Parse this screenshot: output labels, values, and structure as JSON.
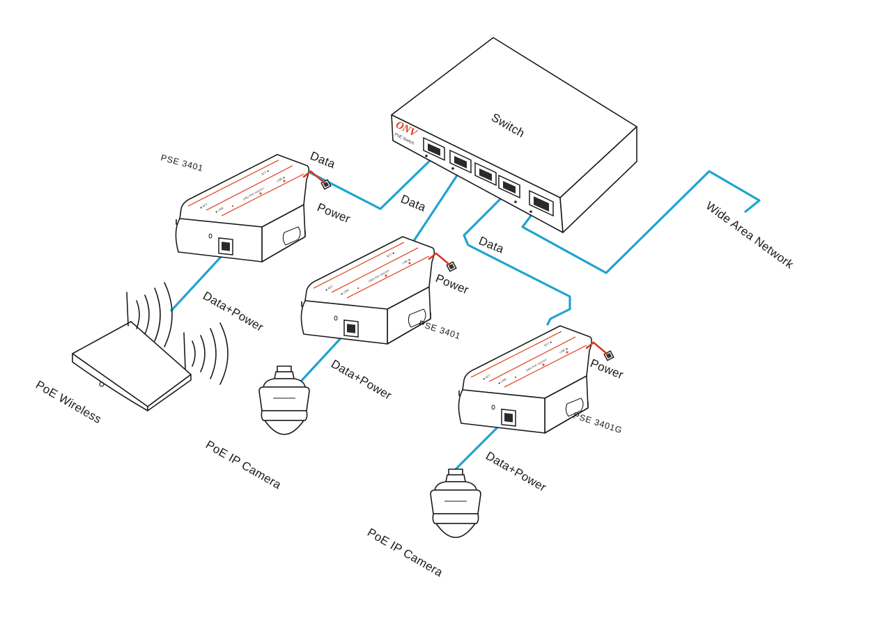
{
  "switch": {
    "label": "Switch",
    "brand": "ONV",
    "subtitle": "PoE Switch"
  },
  "injectors": [
    {
      "model": "PSE 3401"
    },
    {
      "model": "PSE 3401"
    },
    {
      "model": "PSE 3401G"
    }
  ],
  "cable_labels": {
    "data_1": "Data",
    "data_2": "Data",
    "data_3": "Data",
    "power_1": "Power",
    "power_2": "Power",
    "power_3": "Power",
    "data_power_1": "Data+Power",
    "data_power_2": "Data+Power",
    "data_power_3": "Data+Power",
    "wan": "Wide Area Network"
  },
  "endpoints": {
    "wireless": "PoE Wireless",
    "camera_1": "PoE IP Camera",
    "camera_2": "PoE IP Camera"
  },
  "colors": {
    "data_cable": "#1fa3d1",
    "power_cable": "#d9381e",
    "accent": "#e0502e"
  }
}
